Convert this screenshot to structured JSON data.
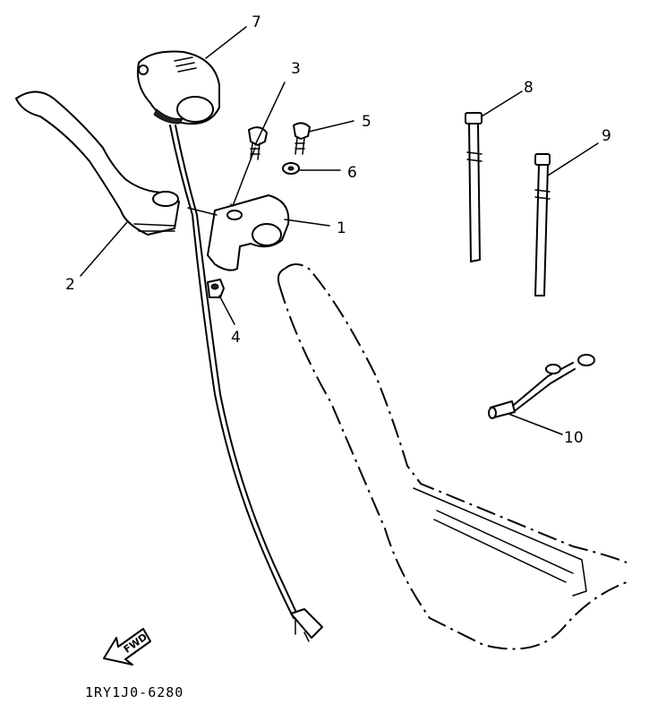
{
  "callouts": {
    "c1": "1",
    "c2": "2",
    "c3": "3",
    "c4": "4",
    "c5": "5",
    "c6": "6",
    "c7": "7",
    "c8": "8",
    "c9": "9",
    "c10": "10"
  },
  "fwd_label": "FWD",
  "drawing_code": "1RY1J0-6280"
}
